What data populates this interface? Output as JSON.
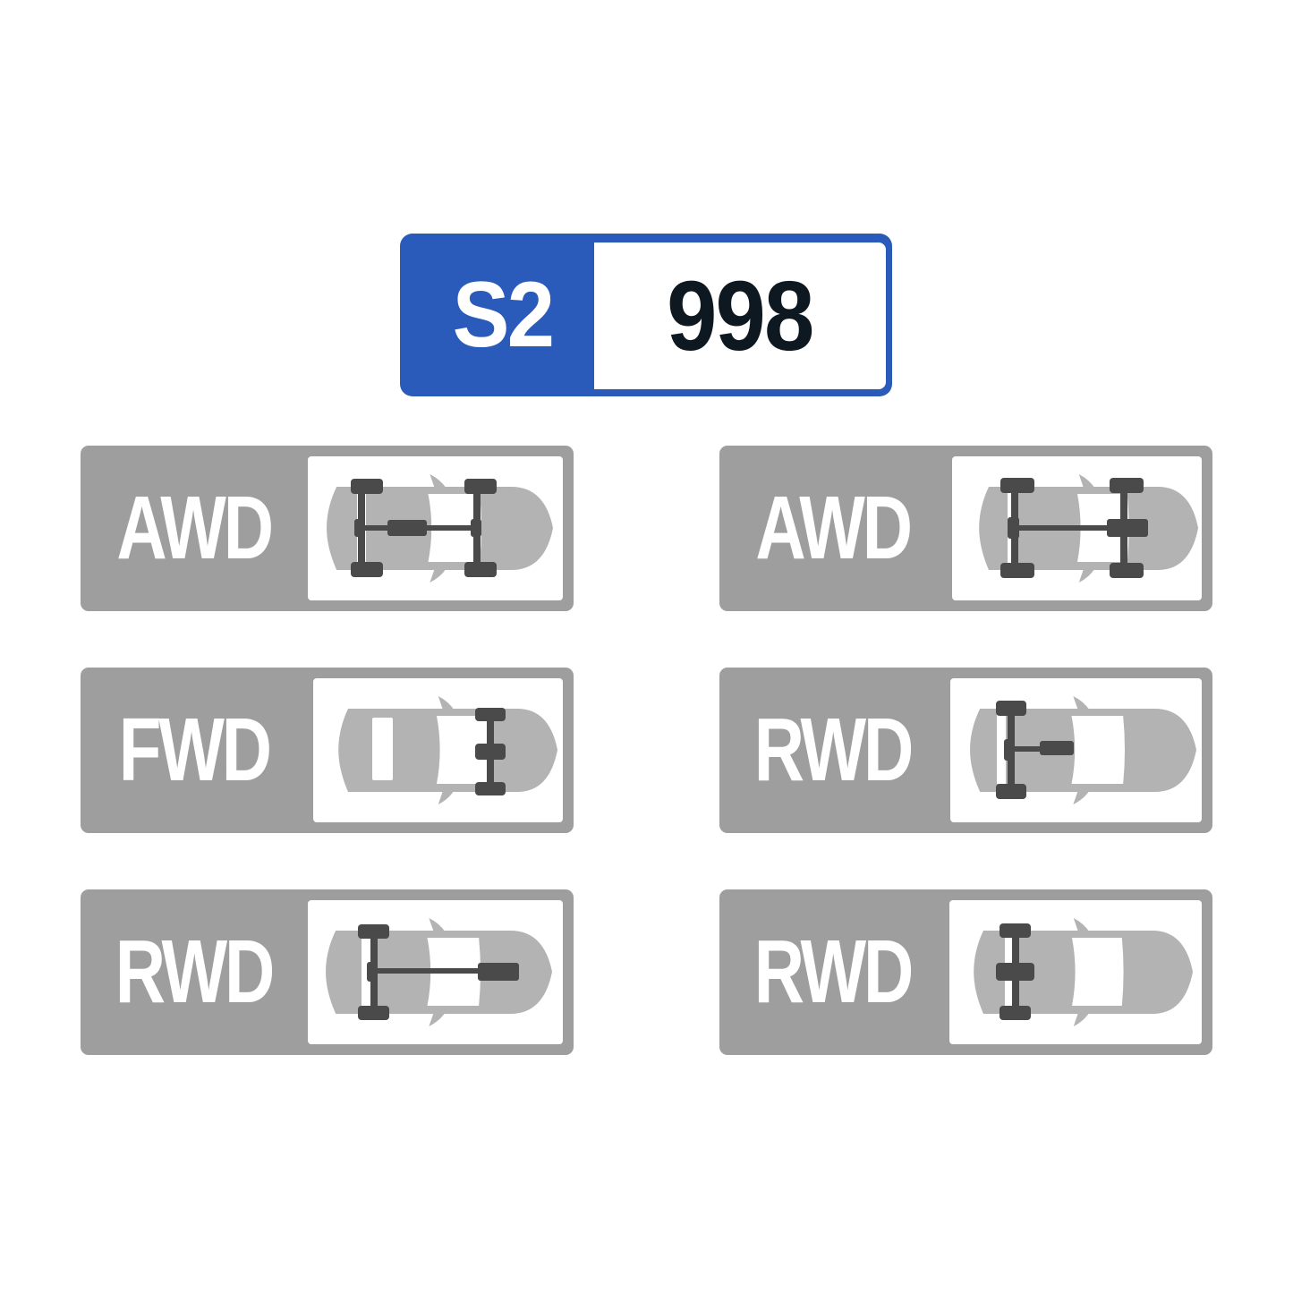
{
  "model_badge": {
    "series": "S2",
    "number": "998",
    "colors": {
      "accent": "#2A5ABA",
      "number_text": "#0E1820",
      "panel": "#FFFFFF"
    }
  },
  "drivetrain_badges": [
    {
      "label": "AWD",
      "icon": "awd-drivetrain-icon",
      "variant": "center-diff",
      "position": "row1-left"
    },
    {
      "label": "AWD",
      "icon": "awd-drivetrain-icon",
      "variant": "front-transfer",
      "position": "row1-right"
    },
    {
      "label": "FWD",
      "icon": "fwd-drivetrain-icon",
      "variant": "front-axle",
      "position": "row2-left"
    },
    {
      "label": "RWD",
      "icon": "rwd-drivetrain-icon",
      "variant": "short-shaft",
      "position": "row2-right"
    },
    {
      "label": "RWD",
      "icon": "rwd-drivetrain-icon",
      "variant": "long-shaft",
      "position": "row3-left"
    },
    {
      "label": "RWD",
      "icon": "rwd-drivetrain-icon",
      "variant": "rear-diff",
      "position": "row3-right"
    }
  ],
  "colors": {
    "card_grey": "#9E9E9E",
    "car_body": "#B3B3B3",
    "drivetrain": "#4A4A4A",
    "label_text": "#FFFFFF"
  }
}
